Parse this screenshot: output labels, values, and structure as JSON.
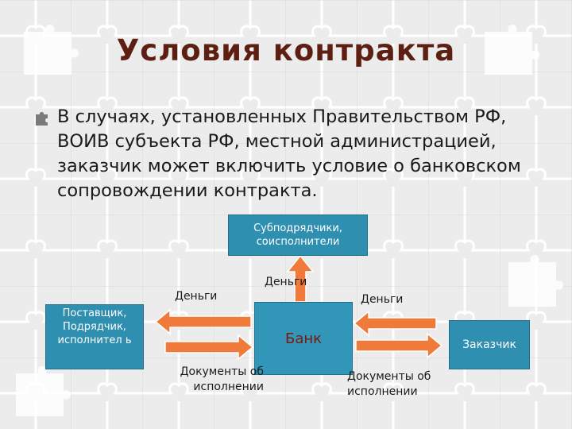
{
  "slide": {
    "title": "Условия контракта",
    "body_text": "В случаях, установленных Правительством РФ, ВОИВ субъекта РФ, местной администрацией, заказчик может включить условие о банковском сопровождении контракта."
  },
  "diagram": {
    "subcontractors": "Субподрядчики, соисполнители",
    "supplier": "Поставщик, Подрядчик, исполнител ь",
    "bank": "Банк",
    "customer": "Заказчик",
    "money_left": "Деньги",
    "money_top": "Деньги",
    "money_right": "Деньги",
    "docs_left": "Документы об исполнении",
    "docs_right": "Документы об исполнении"
  },
  "colors": {
    "title": "#5c1f12",
    "box_fill": "#2e8fb0",
    "arrow_fill": "#f07a3a",
    "bank_text": "#7a1a10"
  }
}
